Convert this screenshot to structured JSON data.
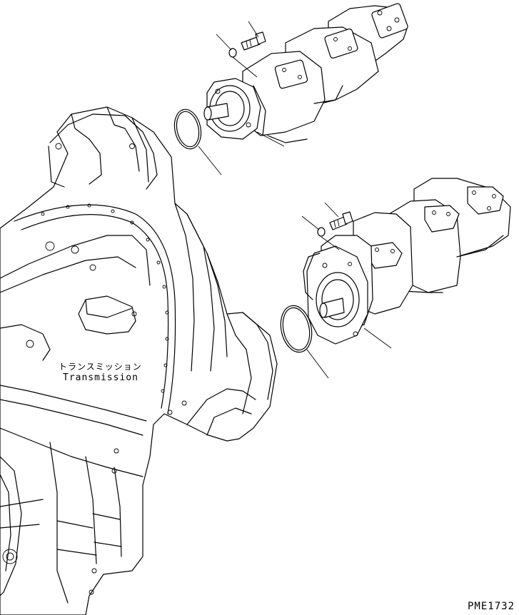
{
  "labels": {
    "transmission_jp": "トランスミッション",
    "transmission_en": "Transmission",
    "drawing_code": "PME1732"
  }
}
